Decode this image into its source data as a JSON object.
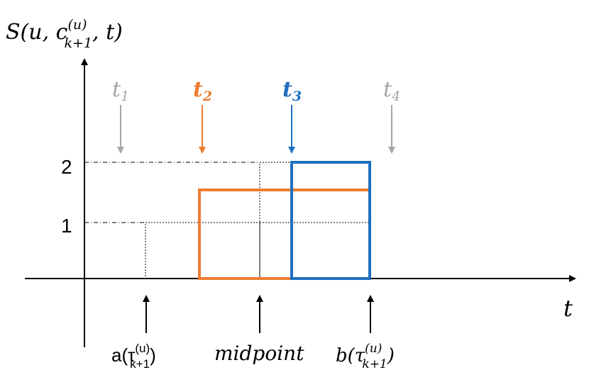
{
  "y_axis": {
    "label_main": "S(u, c",
    "label_sup": "(u)",
    "label_sub": "k+1",
    "label_tail": ", t)"
  },
  "x_axis": {
    "label": "t"
  },
  "y_ticks": [
    "2",
    "1"
  ],
  "time_markers": [
    {
      "name": "t",
      "sub": "1",
      "color": "#a6a6a6"
    },
    {
      "name": "t",
      "sub": "2",
      "color": "#ed7d31"
    },
    {
      "name": "t",
      "sub": "3",
      "color": "#1f6fbf"
    },
    {
      "name": "t",
      "sub": "4",
      "color": "#a6a6a6"
    }
  ],
  "bottom_labels": {
    "a": {
      "prefix": "a(τ",
      "sup": "(u)",
      "sub": "k+1",
      "suffix": ")"
    },
    "midpoint": "midpoint",
    "b": {
      "prefix": "b(τ",
      "sup": "(u)",
      "sub": "k+1",
      "suffix": ")"
    }
  },
  "colors": {
    "orange": "#ed7d31",
    "blue": "#1f6fbf",
    "gray": "#a6a6a6",
    "black": "#000000"
  }
}
